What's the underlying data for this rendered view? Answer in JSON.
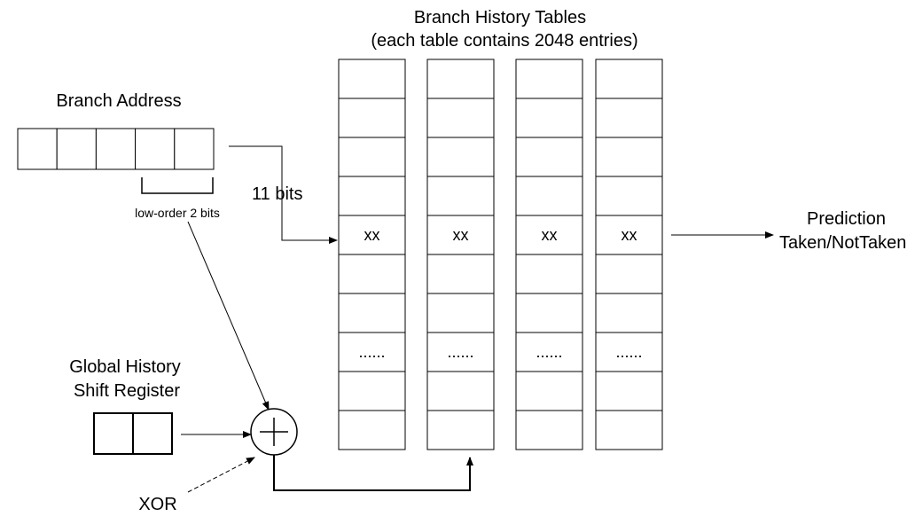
{
  "tables": {
    "title_line1": "Branch History Tables",
    "title_line2": "(each table contains 2048 entries)",
    "count": 4,
    "rows_per_table": 10,
    "selected_row_text": "xx",
    "ellipsis_row_text": "......"
  },
  "branch_address": {
    "label": "Branch Address",
    "cells": 5,
    "low_order_label": "low-order 2 bits",
    "index_bits_label": "11 bits"
  },
  "global_history": {
    "label_line1": "Global History",
    "label_line2": "Shift Register",
    "cells": 2
  },
  "xor": {
    "label": "XOR"
  },
  "prediction": {
    "label_line1": "Prediction",
    "label_line2": "Taken/NotTaken"
  },
  "colors": {
    "stroke": "#000000",
    "background": "#ffffff"
  }
}
